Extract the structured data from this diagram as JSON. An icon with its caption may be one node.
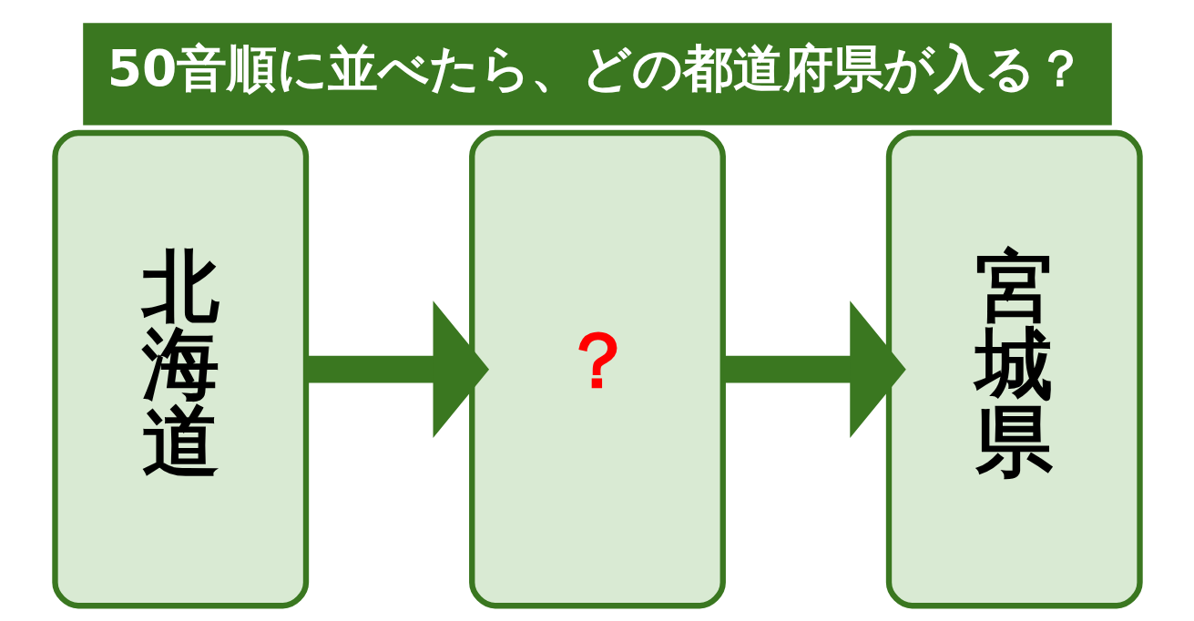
{
  "diagram": {
    "title": "50音順に並べたら、どの都道府県が入る？",
    "nodes": [
      {
        "text": [
          "北海道"
        ]
      },
      {
        "text": [
          "？"
        ]
      },
      {
        "text": [
          "宮城県"
        ]
      }
    ],
    "edges": [
      {
        "from": 0,
        "to": 1,
        "arrow": "to"
      },
      {
        "from": 1,
        "to": 2,
        "arrow": "to"
      }
    ]
  }
}
